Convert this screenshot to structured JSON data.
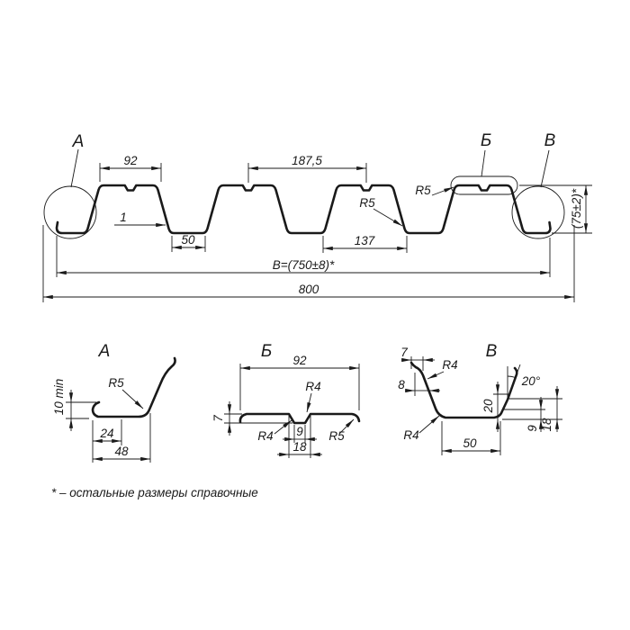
{
  "drawing": {
    "callout_a": "А",
    "callout_b": "Б",
    "callout_v": "В",
    "main": {
      "dim_92": "92",
      "dim_pitch": "187,5",
      "radius_web": "R5",
      "radius_crest": "R5",
      "dim_height": "(75±2)*",
      "dim_thickness": "1",
      "dim_50": "50",
      "dim_137": "137",
      "dim_cover_width": "B=(750±8)*",
      "dim_overall": "800"
    },
    "detail_a": {
      "title": "А",
      "dim_hem": "10 min",
      "radius": "R5",
      "dim_24": "24",
      "dim_48": "48"
    },
    "detail_b": {
      "title": "Б",
      "dim_92": "92",
      "dim_depth": "7",
      "radius_groove_right": "R4",
      "radius_groove_left": "R4",
      "dim_groove_bottom": "9",
      "dim_groove_top": "18",
      "radius_edge": "R5"
    },
    "detail_v": {
      "title": "В",
      "dim_7": "7",
      "radius_top": "R4",
      "dim_8": "8",
      "radius_bottom": "R4",
      "angle": "20°",
      "dim_20": "20",
      "dim_9": "9",
      "dim_18": "18",
      "dim_50": "50"
    },
    "footnote": "* – остальные размеры справочные"
  }
}
